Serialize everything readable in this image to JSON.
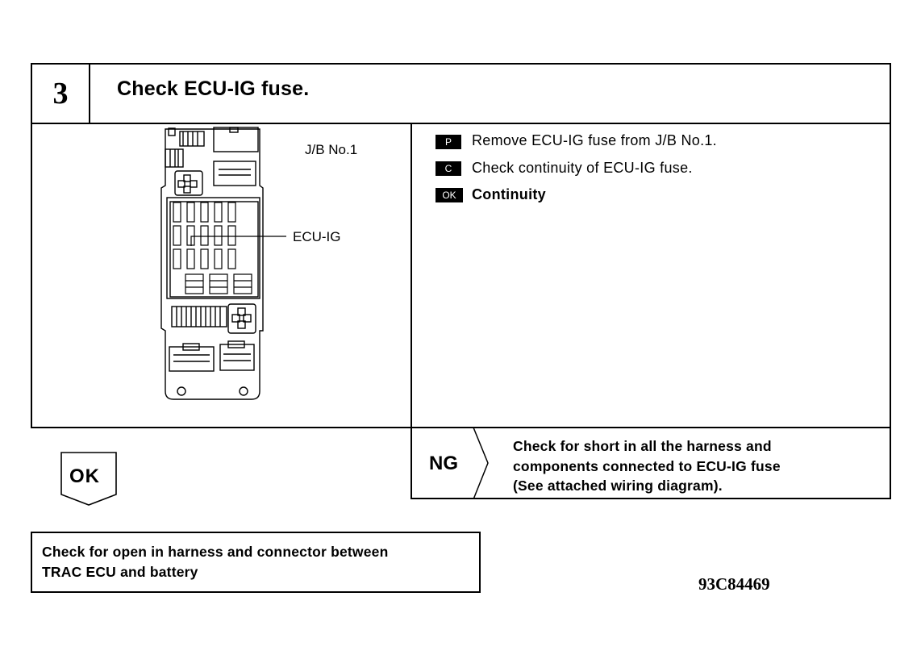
{
  "step": {
    "number": "3",
    "title": "Check ECU-IG fuse."
  },
  "figure": {
    "box_label": "J/B No.1",
    "fuse_label": "ECU-IG"
  },
  "instructions": [
    {
      "badge": "P",
      "text": "Remove ECU-IG fuse from J/B No.1."
    },
    {
      "badge": "C",
      "text": "Check continuity of ECU-IG fuse."
    },
    {
      "badge": "OK",
      "text": "Continuity"
    }
  ],
  "ng": {
    "label": "NG",
    "lines": [
      "Check for short in all the harness and",
      "components connected to ECU-IG fuse",
      "(See attached wiring diagram)."
    ]
  },
  "ok": {
    "label": "OK"
  },
  "next_step": {
    "lines": [
      "Check for open in harness and connector between",
      "TRAC ECU and battery"
    ]
  },
  "code": "93C84469"
}
